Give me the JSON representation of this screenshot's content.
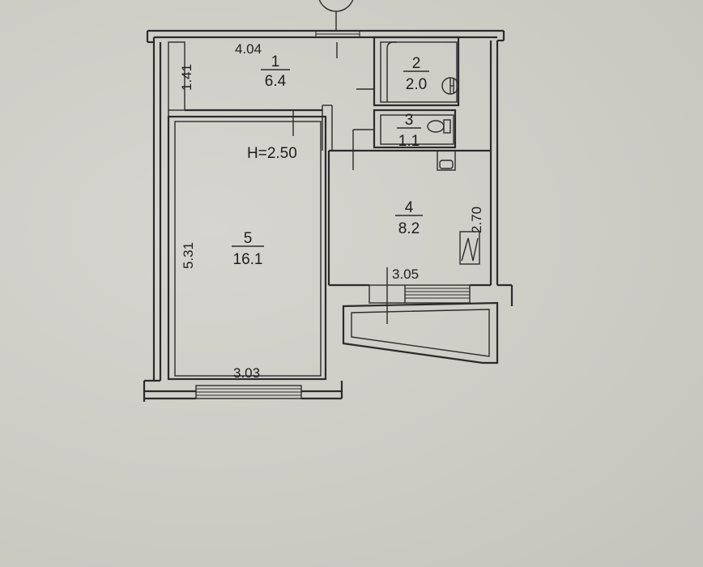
{
  "plan": {
    "ceiling_height": "H=2.50",
    "rooms": [
      {
        "number": "1",
        "area": "6.4"
      },
      {
        "number": "2",
        "area": "2.0"
      },
      {
        "number": "3",
        "area": "1.1"
      },
      {
        "number": "4",
        "area": "8.2"
      },
      {
        "number": "5",
        "area": "16.1"
      }
    ],
    "dimensions": {
      "hall_width": "4.04",
      "hall_depth": "1.41",
      "room5_depth": "5.31",
      "room5_width": "3.03",
      "kitchen_width": "3.05",
      "kitchen_depth": "2.70"
    },
    "colors": {
      "paper": "#cfcec7",
      "ink": "#2b2b2b"
    }
  }
}
